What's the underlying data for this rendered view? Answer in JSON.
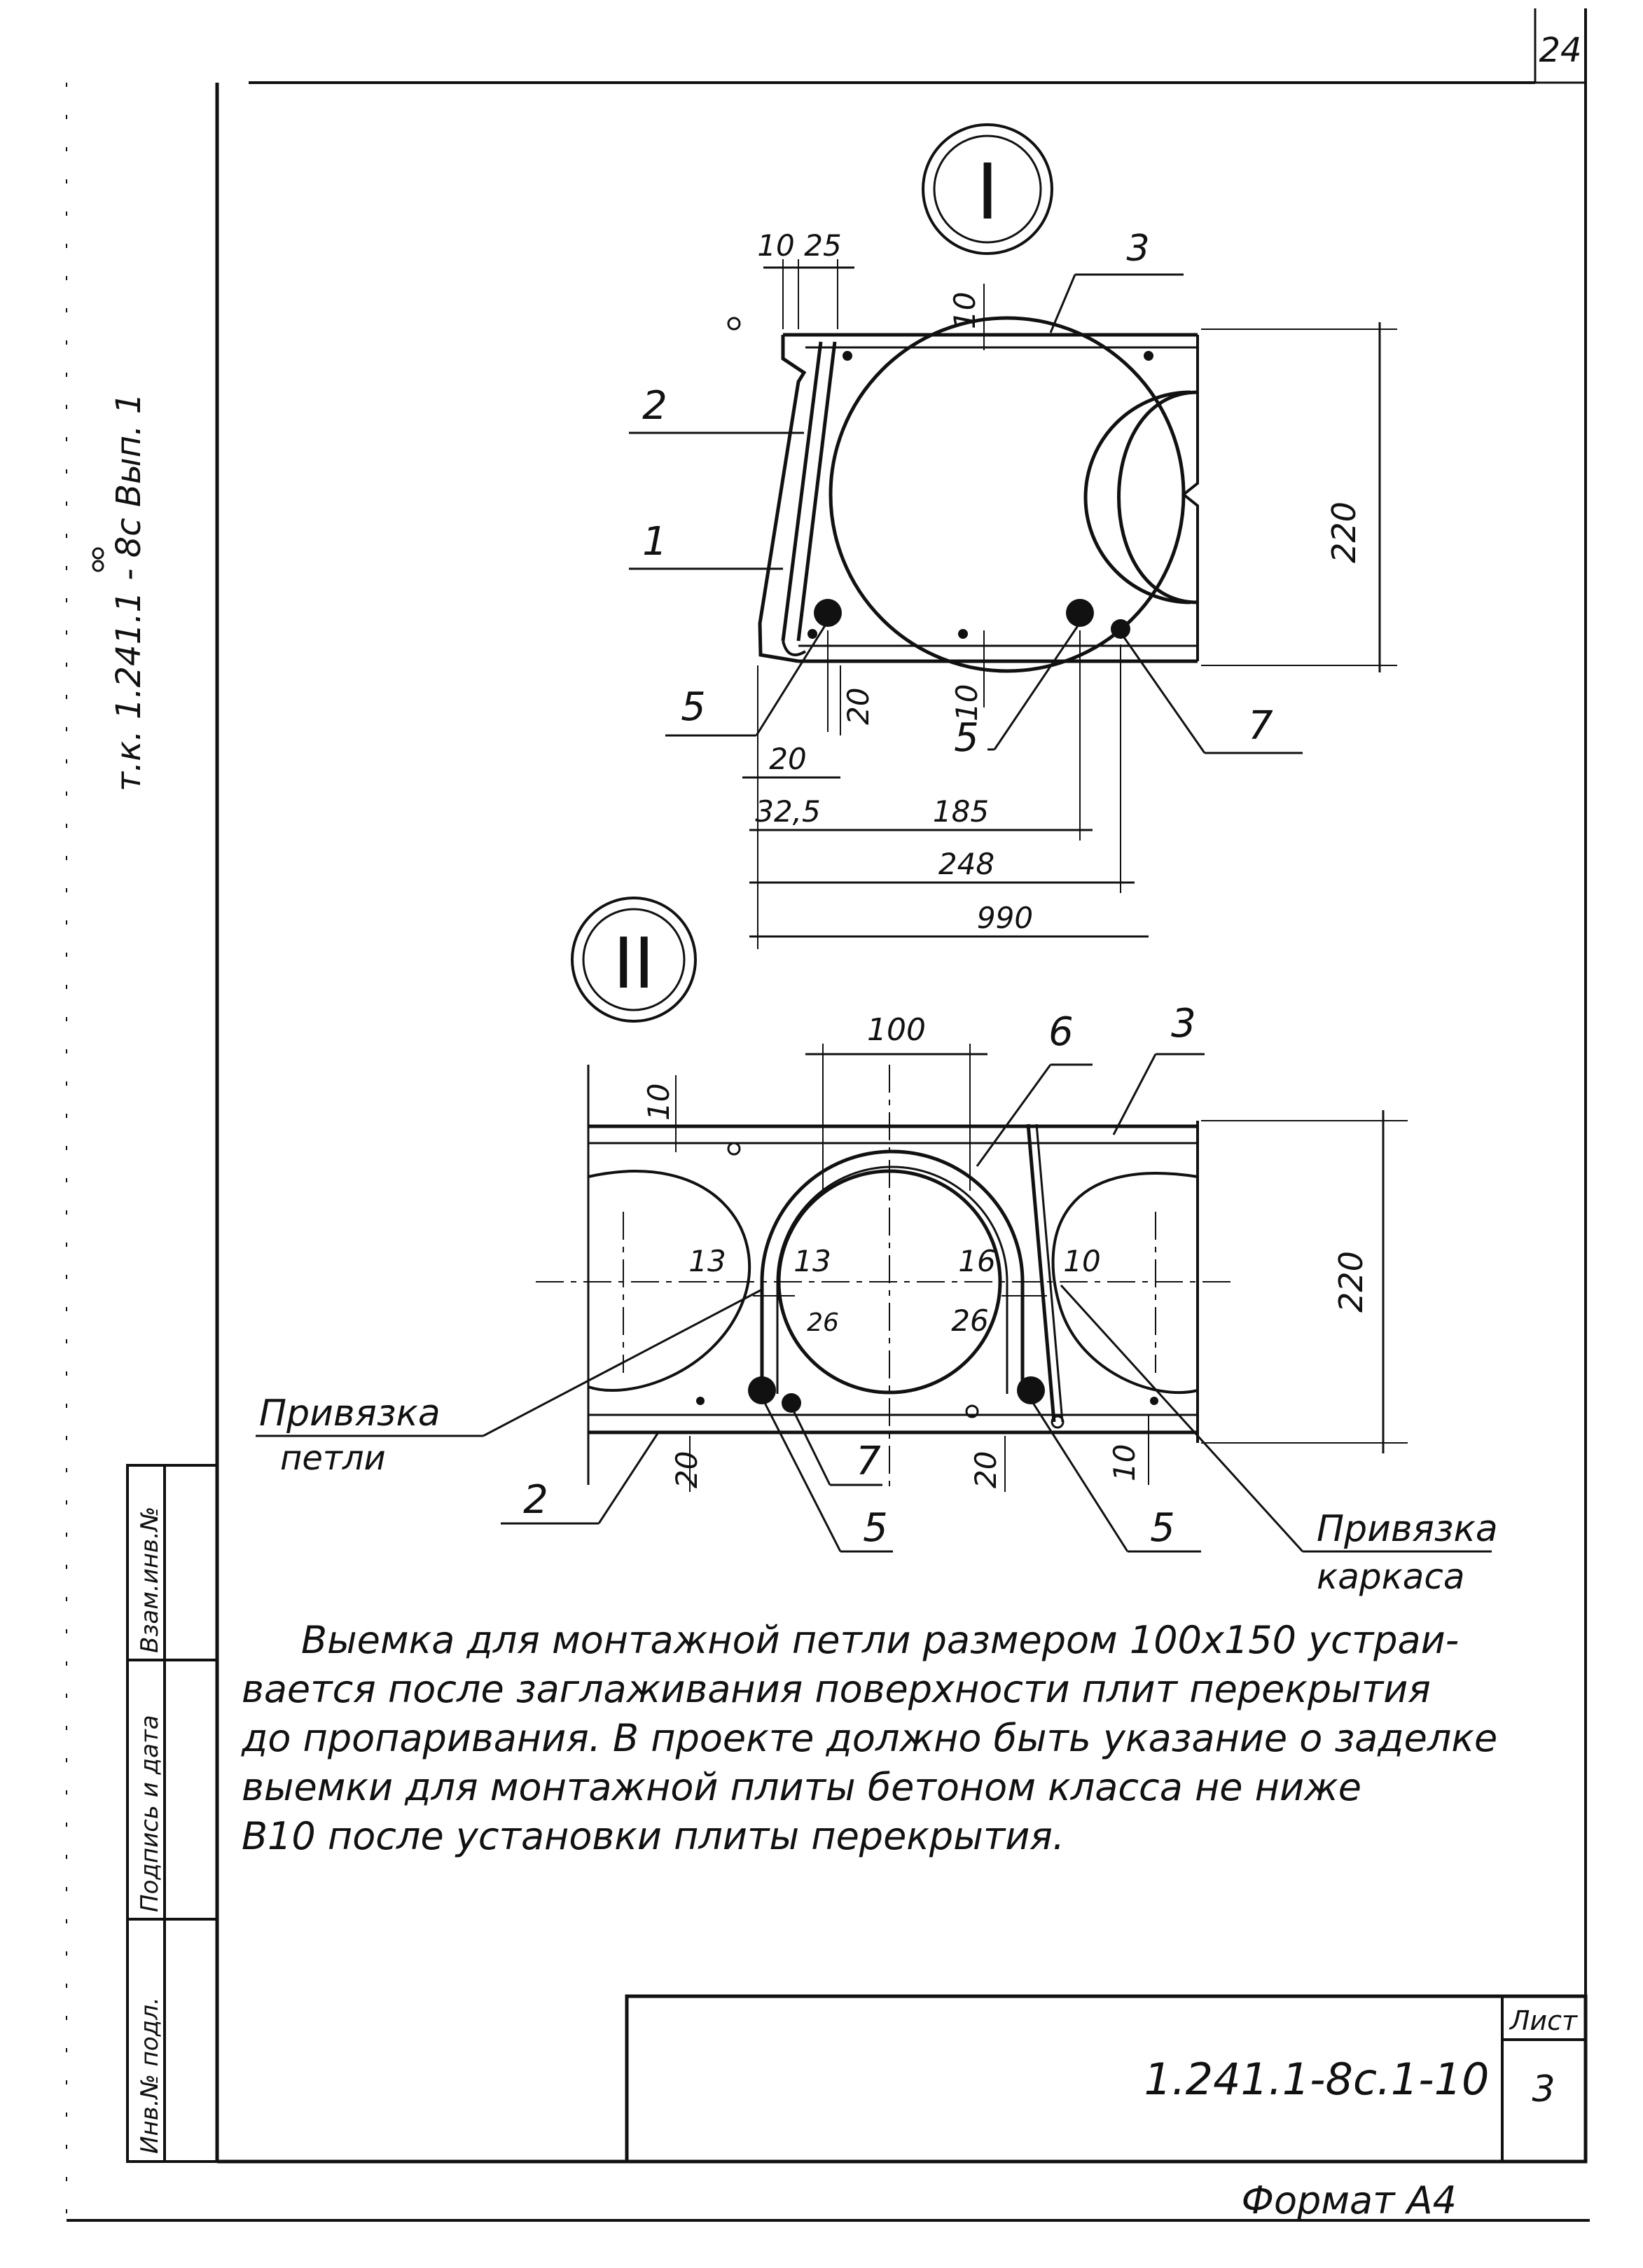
{
  "sheet_number": "24",
  "side_label": "т.к. 1.241.1 - 8с Вып. 1",
  "stamp_fields": [
    "Взам.инв.№",
    "Подпись и дата",
    "Инв.№ подл."
  ],
  "detail_I": {
    "marker": "I",
    "dims": {
      "d10a": "10",
      "d25": "25",
      "d10b": "10",
      "d220": "220",
      "d20a": "20",
      "d10c": "10",
      "d20b": "20",
      "d32_5": "32,5",
      "d185": "185",
      "d248": "248",
      "d990": "990"
    },
    "callouts": {
      "c1": "1",
      "c2": "2",
      "c3": "3",
      "c5a": "5",
      "c5b": "5",
      "c7": "7"
    }
  },
  "detail_II": {
    "marker": "II",
    "dims": {
      "d100": "100",
      "d10a": "10",
      "d220": "220",
      "d13a": "13",
      "d13b": "13",
      "d16": "16",
      "d10b": "10",
      "d26a": "26",
      "d26b": "26",
      "d20a": "20",
      "d20b": "20",
      "d10c": "10"
    },
    "callouts": {
      "c6": "6",
      "c3": "3",
      "c2": "2",
      "c7": "7",
      "c5a": "5",
      "c5b": "5"
    },
    "label_loop": [
      "Привязка",
      "петли"
    ],
    "label_frame": [
      "Привязка",
      "каркаса"
    ]
  },
  "note_lines": [
    "Выемка для монтажной петли размером 100х150 устраи-",
    "вается после заглаживания поверхности плит перекрытия",
    "до пропаривания. В проекте должно быть указание о заделке",
    "выемки для монтажной плиты бетоном класса не ниже",
    "В10 после установки плиты перекрытия."
  ],
  "title_block": {
    "designation": "1.241.1-8с.1-10",
    "sheet_label": "Лист",
    "sheet": "3"
  },
  "format_label": "Формат А4"
}
